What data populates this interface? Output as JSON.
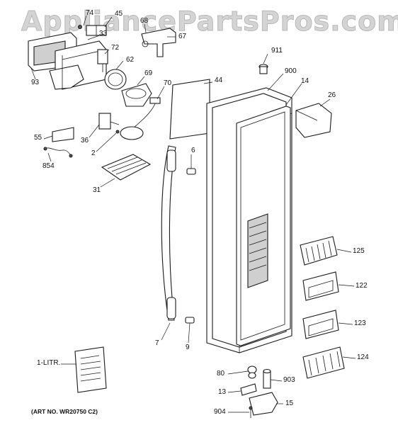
{
  "watermark": "AppliancePartsPros.com",
  "art_number": "(ART NO. WR20750 C2)",
  "parts": {
    "p74": "74",
    "p45": "45",
    "p68": "68",
    "p67": "67",
    "p33": "33",
    "p72": "72",
    "p62": "62",
    "p93": "93",
    "p69": "69",
    "p70": "70",
    "p44": "44",
    "p911": "911",
    "p900": "900",
    "p14": "14",
    "p26": "26",
    "p55": "55",
    "p36": "36",
    "p2": "2",
    "p854": "854",
    "p6": "6",
    "p31": "31",
    "p125": "125",
    "p122": "122",
    "p123": "123",
    "p7": "7",
    "p9": "9",
    "p124": "124",
    "litr": "1-LITR.",
    "p80": "80",
    "p903": "903",
    "p13": "13",
    "p15": "15",
    "p904": "904"
  },
  "colors": {
    "line": "#1a1a1a",
    "watermark": "#d4d4d4",
    "shade": "#cfcfcf"
  }
}
